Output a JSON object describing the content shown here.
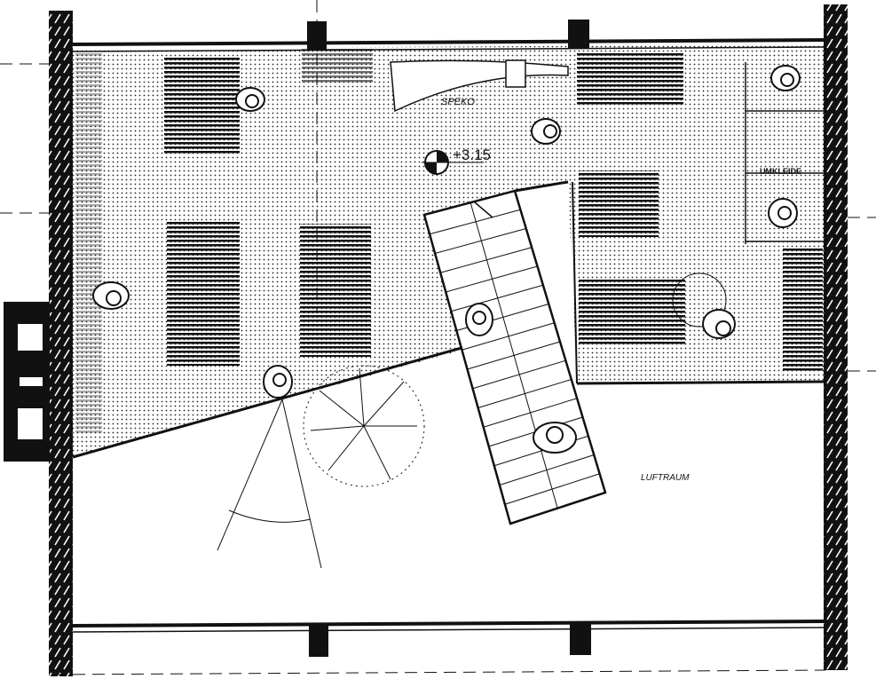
{
  "plan": {
    "level_marker": "+3.15",
    "labels": {
      "top_center": "SPEKO",
      "changing_room": "UMKLEIDE",
      "void": "LUFTRAUM"
    }
  },
  "colors": {
    "ink": "#111111",
    "paper": "#ffffff"
  }
}
